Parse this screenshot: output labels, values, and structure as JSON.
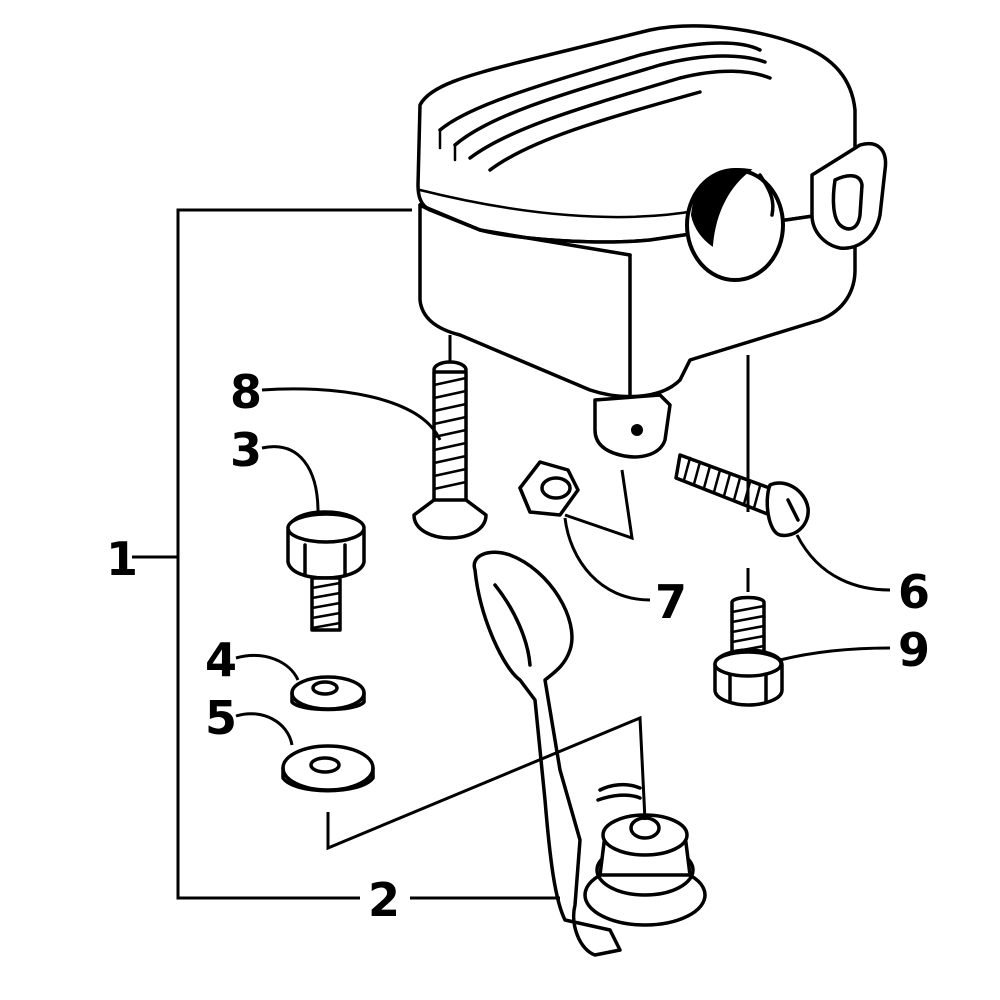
{
  "diagram": {
    "callouts": [
      {
        "id": "1",
        "label": "1"
      },
      {
        "id": "2",
        "label": "2"
      },
      {
        "id": "3",
        "label": "3"
      },
      {
        "id": "4",
        "label": "4"
      },
      {
        "id": "5",
        "label": "5"
      },
      {
        "id": "6",
        "label": "6"
      },
      {
        "id": "7",
        "label": "7"
      },
      {
        "id": "8",
        "label": "8"
      },
      {
        "id": "9",
        "label": "9"
      }
    ],
    "parts": [
      {
        "id": "housing",
        "icon": "switch-housing-icon"
      },
      {
        "id": "lever",
        "icon": "throttle-lever-icon"
      },
      {
        "id": "screw-8",
        "icon": "flat-head-screw-icon"
      },
      {
        "id": "bolt-3",
        "icon": "hex-bolt-icon"
      },
      {
        "id": "washer-4",
        "icon": "lock-washer-icon"
      },
      {
        "id": "washer-5",
        "icon": "flat-washer-icon"
      },
      {
        "id": "nut-7",
        "icon": "hex-nut-icon"
      },
      {
        "id": "screw-6",
        "icon": "pan-head-screw-icon"
      },
      {
        "id": "bolt-9",
        "icon": "hex-flange-bolt-icon"
      }
    ]
  }
}
